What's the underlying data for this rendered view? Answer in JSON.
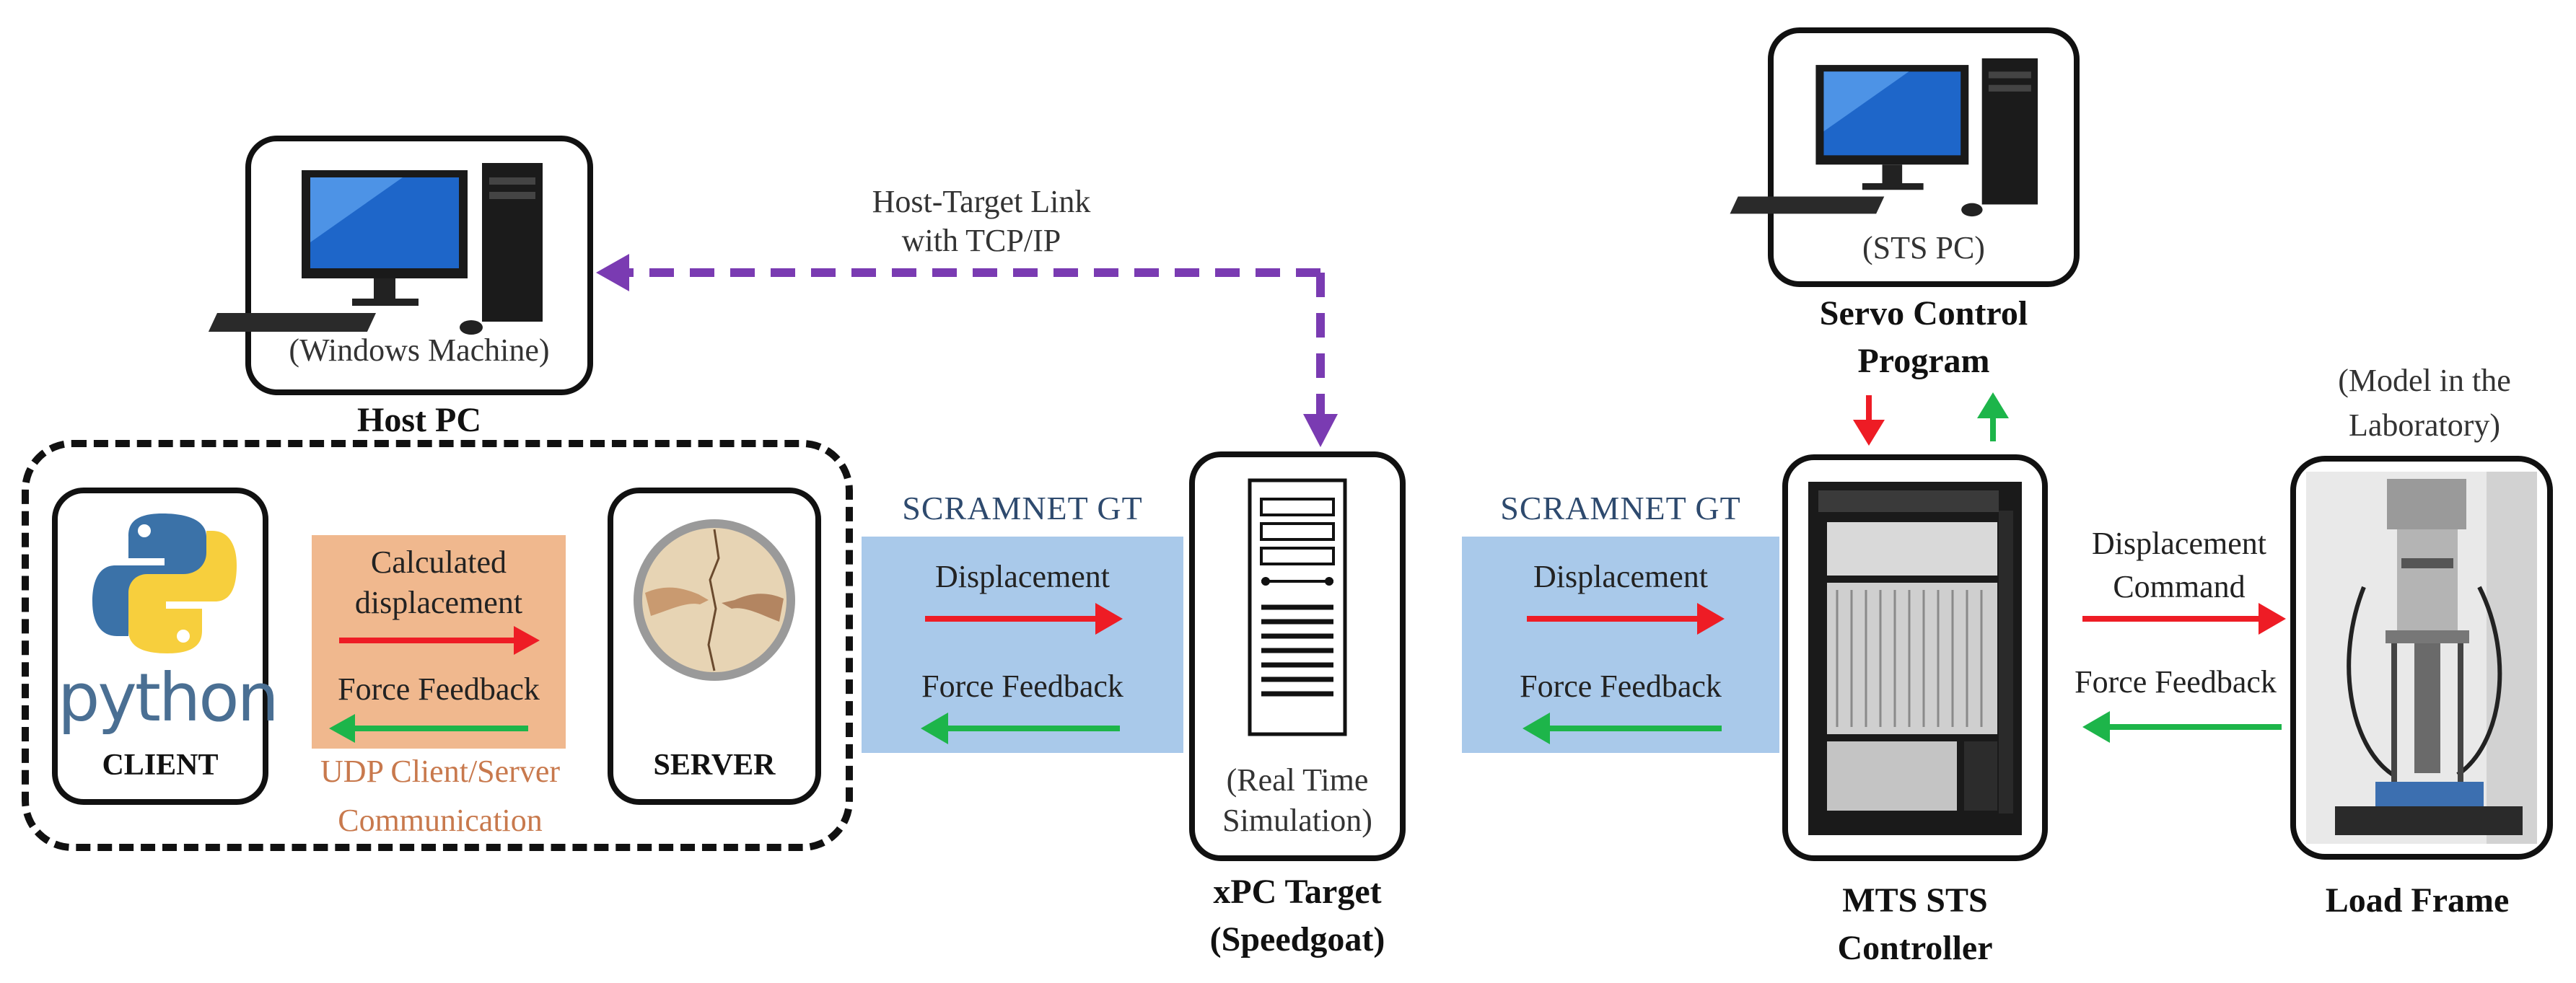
{
  "colors": {
    "red_arrow": "#ee1c25",
    "green_arrow": "#1db54a",
    "purple_link": "#7a3bb2",
    "band_blue": "#a9c9ea",
    "udp_box": "#f0b88e",
    "udp_text": "#c8794d",
    "scramnet_text": "#2e4a6e"
  },
  "host": {
    "caption": "(Windows Machine)",
    "title": "Host PC"
  },
  "link": {
    "line1": "Host-Target Link",
    "line2": "with TCP/IP"
  },
  "sts": {
    "caption": "(STS PC)",
    "title_line1": "Servo Control",
    "title_line2": "Program"
  },
  "client": {
    "logo_text": "python",
    "label": "CLIENT"
  },
  "udp": {
    "calc_line1": "Calculated",
    "calc_line2": "displacement",
    "force": "Force Feedback",
    "comm_line1": "UDP Client/Server",
    "comm_line2": "Communication"
  },
  "server": {
    "label": "SERVER"
  },
  "link1": {
    "title": "SCRAMNET GT",
    "disp": "Displacement",
    "force": "Force Feedback"
  },
  "link2": {
    "title": "SCRAMNET GT",
    "disp": "Displacement",
    "force": "Force Feedback"
  },
  "xpc": {
    "caption_line1": "(Real Time",
    "caption_line2": "Simulation)",
    "title_line1": "xPC Target",
    "title_line2": "(Speedgoat)"
  },
  "mts": {
    "title_line1": "MTS STS",
    "title_line2": "Controller"
  },
  "load": {
    "model_line1": "(Model in the",
    "model_line2": "Laboratory)",
    "disp_line1": "Displacement",
    "disp_line2": "Command",
    "force": "Force Feedback",
    "title": "Load Frame"
  },
  "icons": {
    "host": "desktop-computer-icon",
    "sts": "desktop-computer-icon",
    "python": "python-logo-icon",
    "server": "creation-of-adam-icon",
    "xpc": "tower-server-icon",
    "mts": "controller-cabinet-icon",
    "load": "load-frame-photo-icon"
  }
}
